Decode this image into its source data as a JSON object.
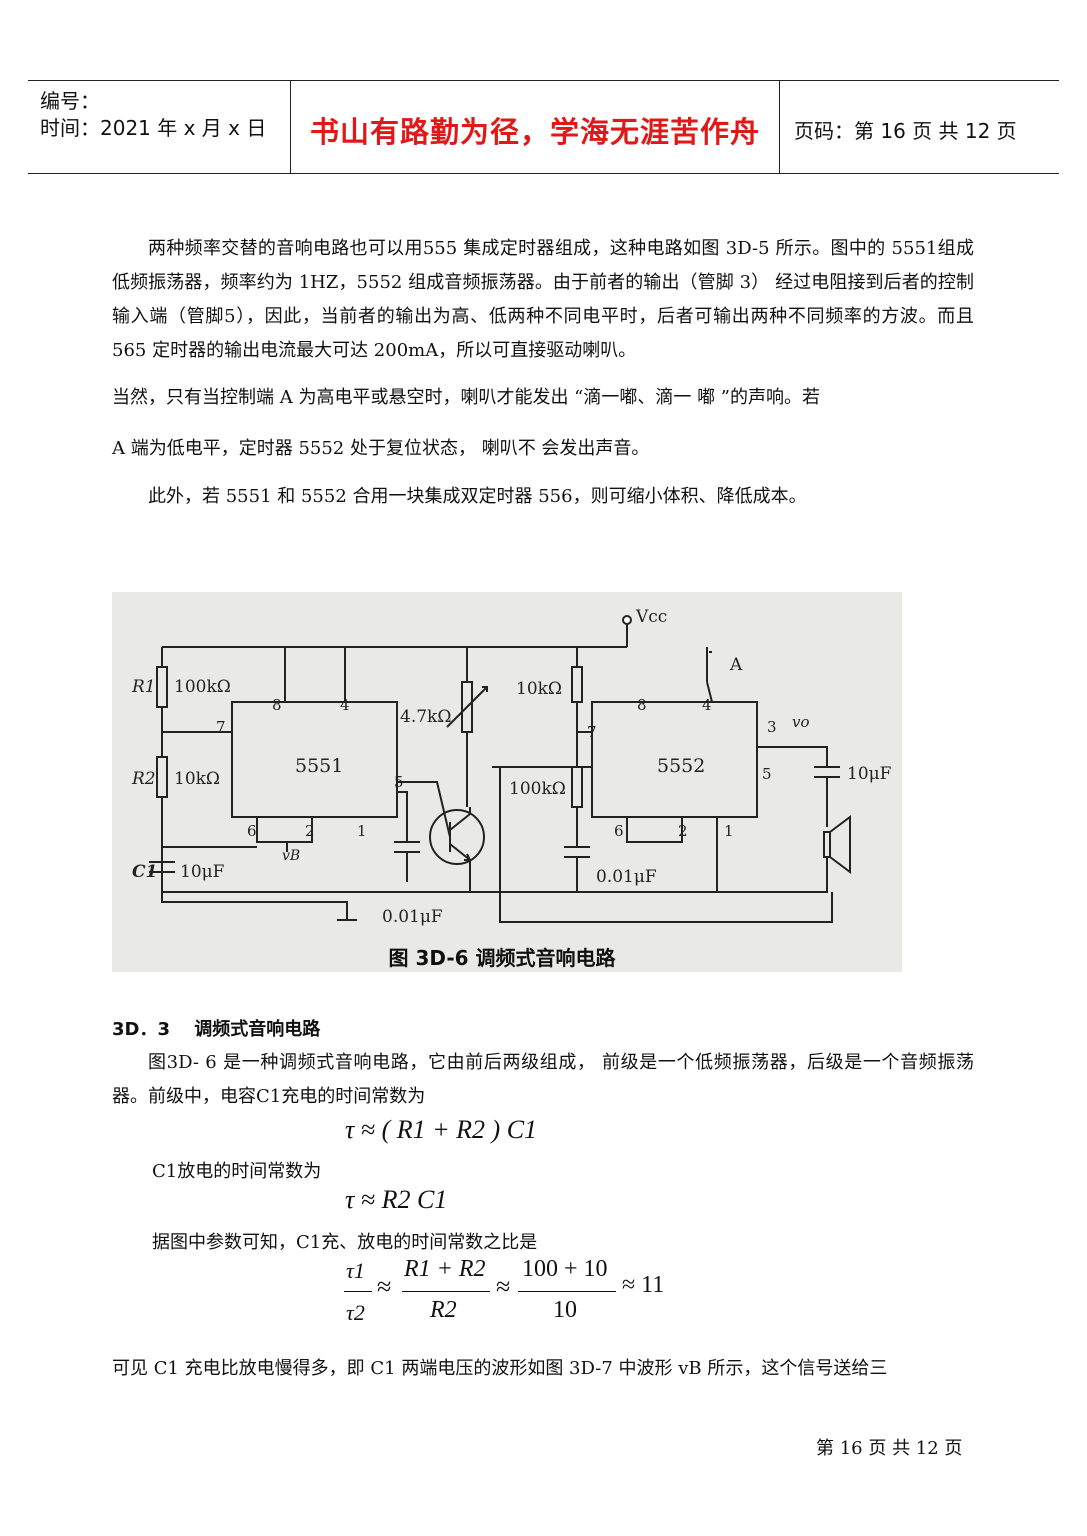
{
  "header": {
    "number_label": "编号：",
    "time_label": "时间：2021 年 x 月 x 日",
    "motto": "书山有路勤为径，学海无涯苦作舟",
    "page_label": "页码：第 16 页 共 12 页"
  },
  "body": {
    "para1": "两种频率交替的音响电路也可以用555 集成定时器组成，这种电路如图 3D-5 所示。图中的 5551组成低频振荡器，频率约为 1HZ，5552 组成音频振荡器。由于前者的输出（管脚 3） 经过电阻接到后者的控制输入端（管脚5），因此，当前者的输出为高、低两种不同电平时，后者可输出两种不同频率的方波。而且 565 定时器的输出电流最大可达 200mA，所以可直接驱动喇叭。",
    "para2": "当然，只有当控制端 A 为高电平或悬空时，喇叭才能发出 “滴一嘟、滴一 嘟 ”的声响。若",
    "para3": "A 端为低电平，定时器 5552 处于复位状态， 喇叭不 会发出声音。",
    "para4": "此外，若 5551 和 5552 合用一块集成双定时器 556，则可缩小体积、降低成本。"
  },
  "figure": {
    "caption": "图 3D-6 调频式音响电路",
    "labels": {
      "vcc": "Vcc",
      "a": "A",
      "r1": "R1",
      "r1v": "100kΩ",
      "r2": "R2",
      "r2v": "10kΩ",
      "c1": "C1",
      "c1v": "10μF",
      "chip1": "5551",
      "chip2": "5552",
      "pot": "4.7kΩ",
      "r3v": "10kΩ",
      "r4v": "100kΩ",
      "cap1v": "0.01μF",
      "cap2v": "0.01μF",
      "cap3v": "10μF",
      "vb": "vB",
      "vo": "vo",
      "p8": "8",
      "p4": "4",
      "p7": "7",
      "p5": "5",
      "p6": "6",
      "p2": "2",
      "p1": "1",
      "q8": "8",
      "q4": "4",
      "q3": "3",
      "q7": "7",
      "q5": "5",
      "q6": "6",
      "q2": "2",
      "q1": "1"
    }
  },
  "section": {
    "title": "3D．3　 调频式音响电路",
    "para1": "图3D- 6 是一种调频式音响电路，它由前后两级组成， 前级是一个低频振荡器，后级是一个音频振荡器。前级中，电容C1充电的时间常数为",
    "eq1": "τ ≈ ( R1 + R2 ) C1",
    "para2": "C1放电的时间常数为",
    "eq2": "τ ≈ R2 C1",
    "para3": "据图中参数可知，C1充、放电的时间常数之比是",
    "eq3_lhs_num": "τ1",
    "eq3_lhs_den": "τ2",
    "eq3_mid_num": "R1 + R2",
    "eq3_mid_den": "R2",
    "eq3_rhs_num": "100 + 10",
    "eq3_rhs_den": "10",
    "eq3_result": "≈ 11",
    "para4": "可见 C1 充电比放电慢得多，即 C1 两端电压的波形如图 3D-7 中波形 vB 所示，这个信号送给三"
  },
  "footer": {
    "page": "第 16 页 共 12 页"
  }
}
